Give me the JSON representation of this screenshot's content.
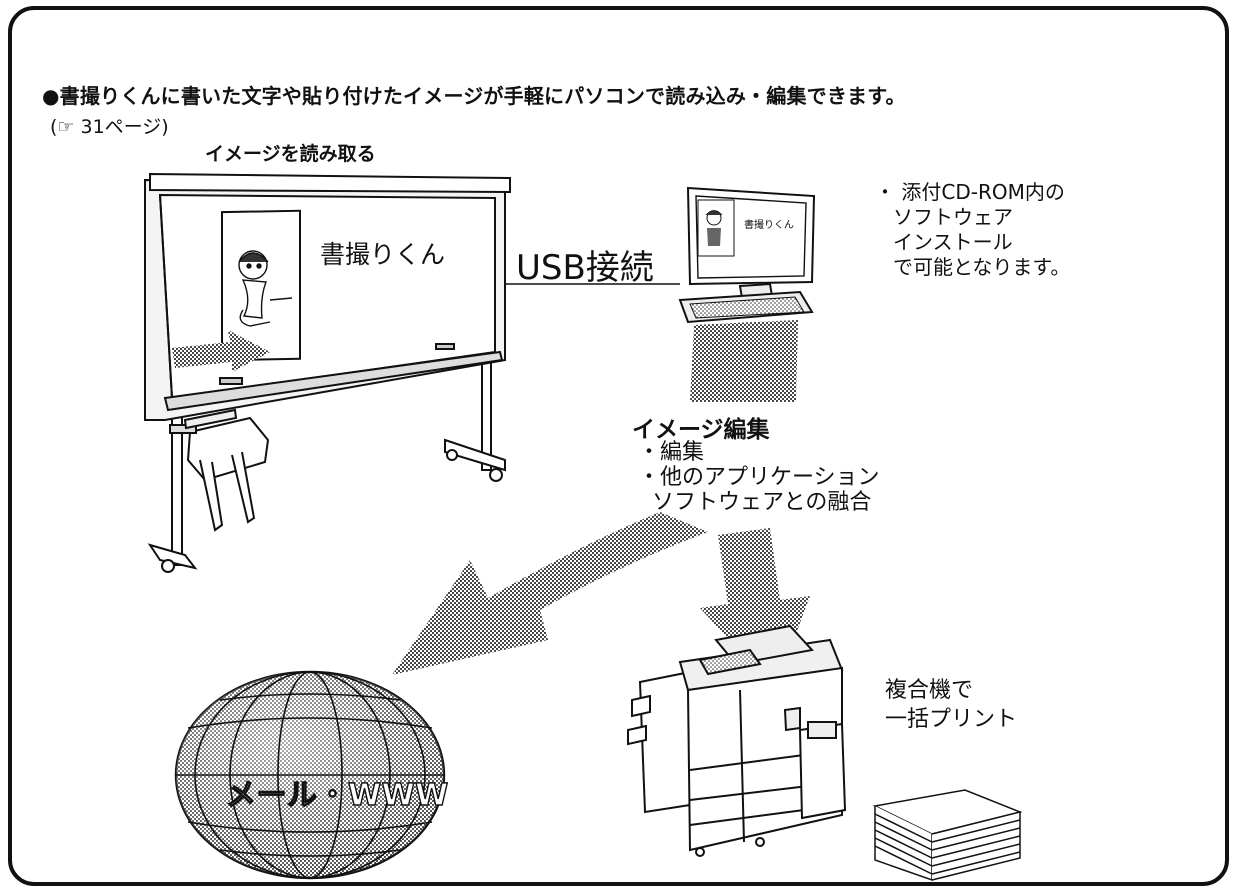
{
  "header": {
    "bullet_text": "●書撮りくんに書いた文字や貼り付けたイメージが手軽にパソコンで読み込み・編集できます。",
    "page_reference": "(☞ 31ページ)"
  },
  "board": {
    "caption": "イメージを読み取る",
    "screen_text": "書撮りくん"
  },
  "connection": {
    "label": "USB接続"
  },
  "computer": {
    "screen_text": "書撮りくん"
  },
  "install_note": {
    "lines": [
      "・ 添付CD-ROM内の",
      "ソフトウェア",
      "インストール",
      "で可能となります。"
    ]
  },
  "image_editing": {
    "title": "イメージ編集",
    "items": [
      "・編集",
      "・他のアプリケーション",
      "ソフトウェアとの融合"
    ]
  },
  "globe": {
    "label": "メール・WWW"
  },
  "mfp": {
    "lines": [
      "複合機で",
      "一括プリント"
    ]
  },
  "colors": {
    "line": "#111111",
    "halftone": "#8a8a8a",
    "background": "#ffffff"
  }
}
